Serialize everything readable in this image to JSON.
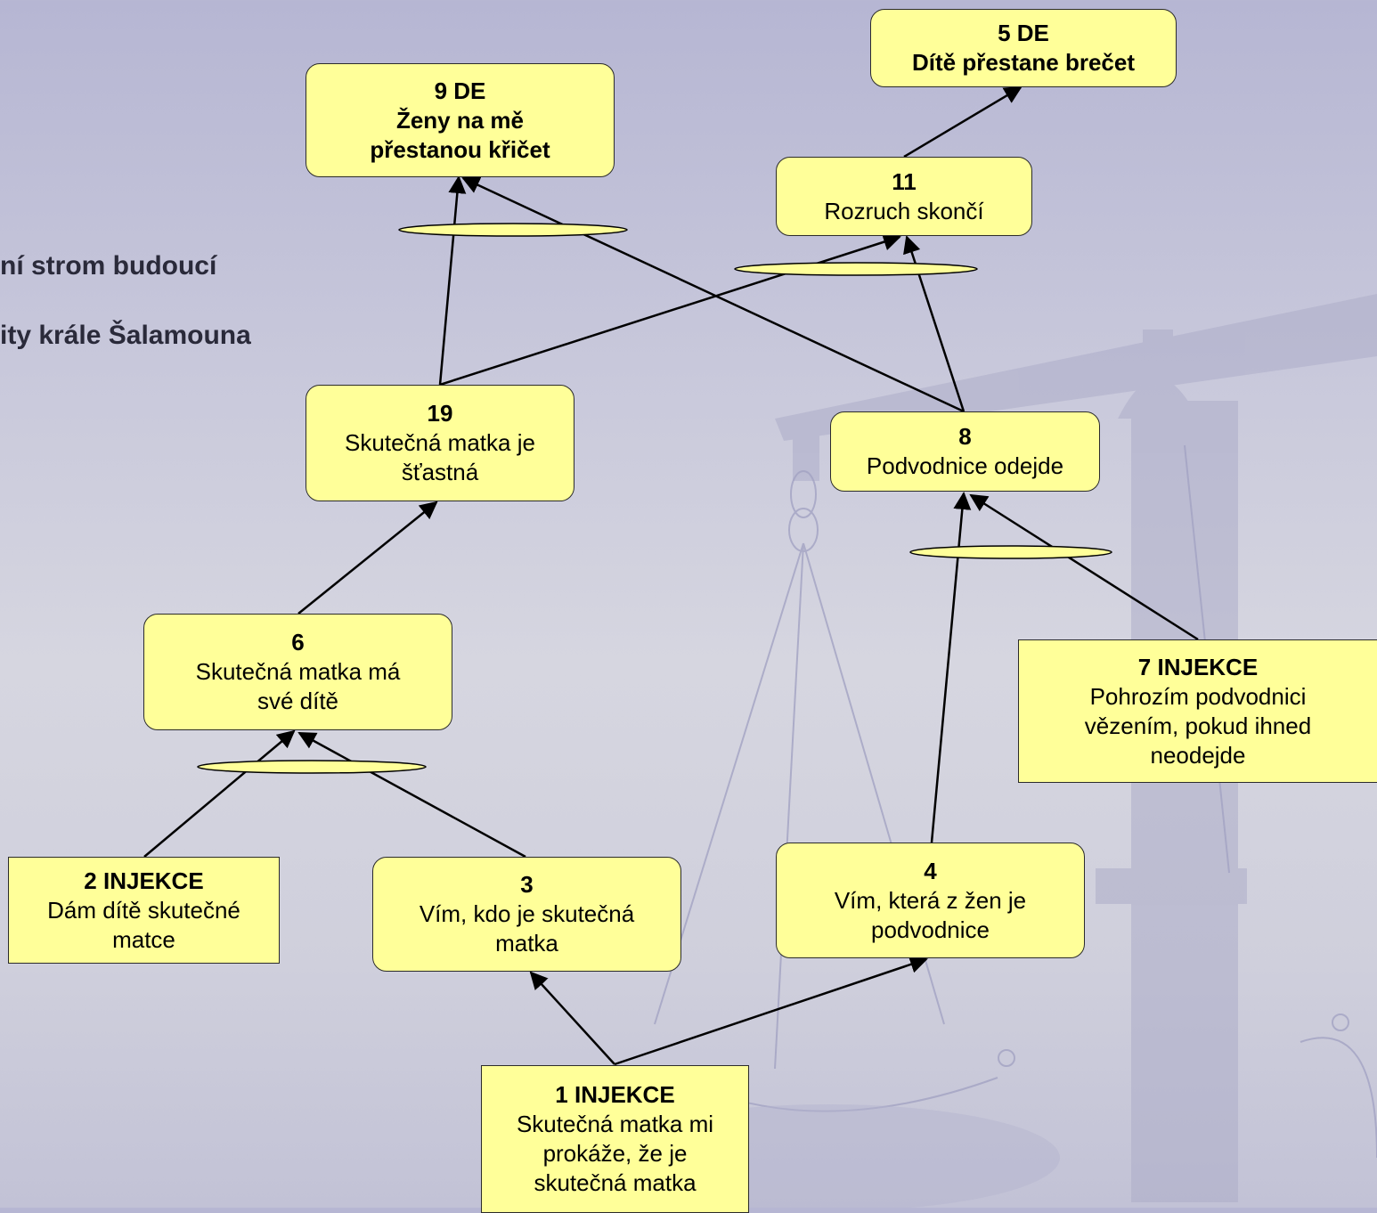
{
  "slide": {
    "title_line1": "ní strom budoucí",
    "title_line2": "ity krále Šalamouna"
  },
  "nodes": {
    "n9": {
      "head": "9 DE",
      "body": "Ženy na mě\npřestanou křičet"
    },
    "n5": {
      "head": "5 DE",
      "body": "Dítě přestane brečet"
    },
    "n11": {
      "head": "11",
      "body": "Rozruch skončí"
    },
    "n19": {
      "head": "19",
      "body": "Skutečná matka je\nšťastná"
    },
    "n8": {
      "head": "8",
      "body": "Podvodnice odejde"
    },
    "n6": {
      "head": "6",
      "body": "Skutečná matka má\nsvé dítě"
    },
    "n7": {
      "head": "7 INJEKCE",
      "body": "Pohrozím podvodnici\nvězením, pokud ihned\nneodejde"
    },
    "n2": {
      "head": "2 INJEKCE",
      "body": "Dám dítě skutečné\nmatce"
    },
    "n3": {
      "head": "3",
      "body": "Vím, kdo je skutečná\nmatka"
    },
    "n4": {
      "head": "4",
      "body": "Vím, která z žen je\npodvodnice"
    },
    "n1": {
      "head": "1 INJEKCE",
      "body": "Skutečná matka mi\nprokáže, že je\nskutečná matka"
    }
  },
  "colors": {
    "node_fill": "#ffff99",
    "and_ellipse_fill": "#ffff99",
    "line": "#000000",
    "background_art": "#a9a9c6"
  }
}
